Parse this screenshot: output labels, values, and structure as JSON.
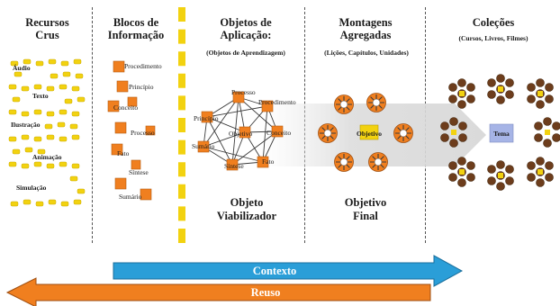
{
  "columns": {
    "raw": {
      "title_line1": "Recursos",
      "title_line2": "Crus"
    },
    "blocks": {
      "title_line1": "Blocos de",
      "title_line2": "Informação"
    },
    "objects": {
      "title_line1": "Objetos de",
      "title_line2": "Aplicação:",
      "subtitle": "(Objetos de Aprendizagem)",
      "bottom_line1": "Objeto",
      "bottom_line2": "Viabilizador"
    },
    "assemblies": {
      "title_line1": "Montagens",
      "title_line2": "Agregadas",
      "subtitle": "(Lições, Capítulos, Unidades)",
      "bottom_line1": "Objetivo",
      "bottom_line2": "Final"
    },
    "collections": {
      "title": "Coleções",
      "subtitle": "(Cursos, Livros, Filmes)"
    }
  },
  "raw_items": [
    "Áudio",
    "Texto",
    "Ilustração",
    "Animação",
    "Simulação"
  ],
  "block_items": [
    "Procedimento",
    "Princípio",
    "Conceito",
    "Processo",
    "Fato",
    "Síntese",
    "Sumário"
  ],
  "network_items": [
    "Processo",
    "Procedimento",
    "Princípio",
    "Objetivo",
    "Conceito",
    "Sumário",
    "Síntese",
    "Fato"
  ],
  "assembly_center": "Objetivo",
  "collection_center": "Tema",
  "arrows": {
    "context": "Contexto",
    "reuse": "Reuso"
  },
  "colors": {
    "yellow": "#f2d210",
    "orange": "#f07f1f",
    "blue": "#2a9ed8",
    "brown": "#6d3d1c",
    "lavender": "#a6b4e6"
  }
}
